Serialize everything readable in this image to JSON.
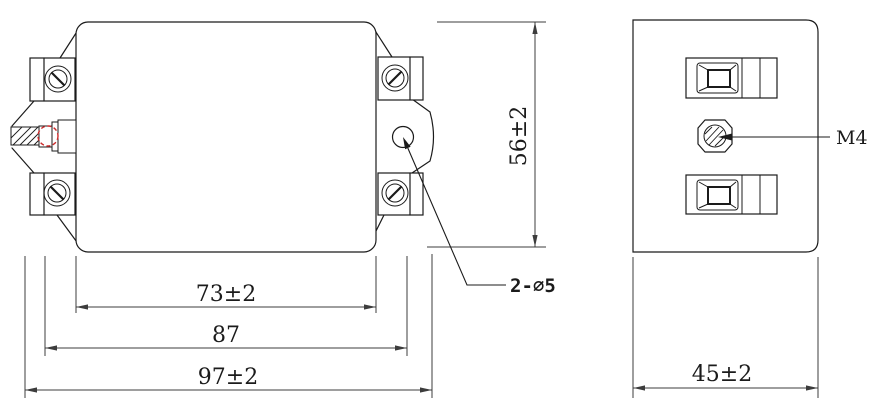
{
  "colors": {
    "line": "#1b1b1b",
    "dim": "#3c3c3c",
    "background": "#ffffff",
    "highlight": "#cc2a2a"
  },
  "front_view": {
    "dim_body_width": "73±2",
    "dim_hole_spacing": "87",
    "dim_overall_width": "97±2",
    "dim_height": "56±2",
    "label_mounting_holes": "2-∅5"
  },
  "side_view": {
    "dim_depth": "45±2",
    "label_ground_terminal": "M4"
  }
}
